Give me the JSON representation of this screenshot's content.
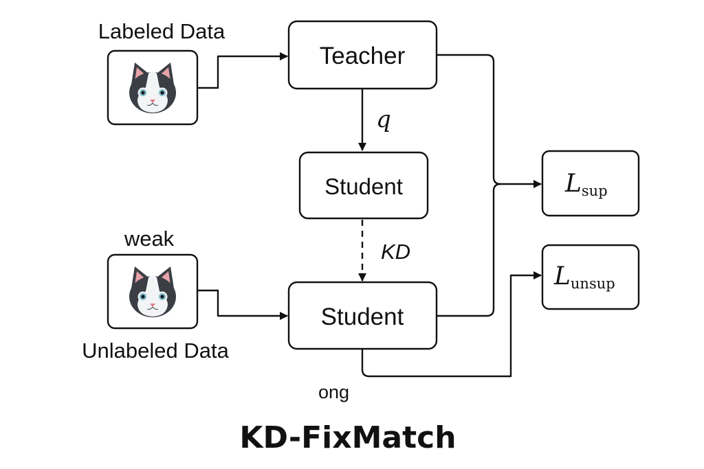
{
  "labels": {
    "labeled_data": "Labeled Data",
    "weak": "weak",
    "unlabeled_data": "Unlabeled Data",
    "strong_partial": "ong",
    "q": "q",
    "kd": "KD"
  },
  "nodes": {
    "teacher": "Teacher",
    "student_top": "Student",
    "student_bottom": "Student",
    "loss_sup": {
      "symbol": "L",
      "subscript": "sup"
    },
    "loss_unsup": {
      "symbol": "L",
      "subscript": "unsup"
    }
  },
  "title": "KD-FixMatch",
  "icons": {
    "labeled_image": "cat-face-icon",
    "unlabeled_image": "cat-face-icon"
  }
}
